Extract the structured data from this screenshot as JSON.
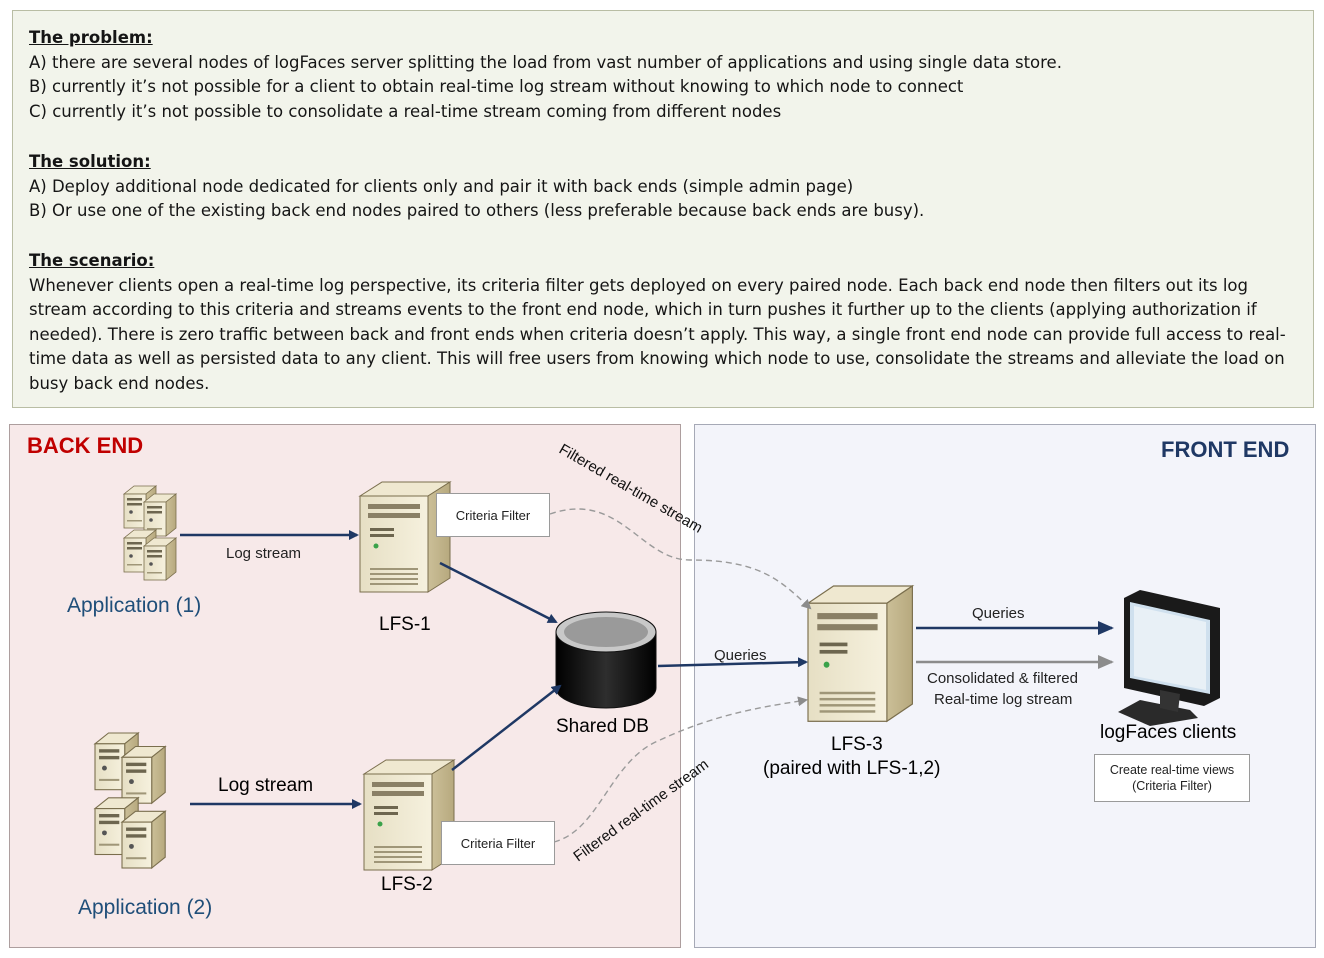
{
  "problem": {
    "heading": "The problem:",
    "lines": [
      "A) there are several nodes of logFaces server splitting the load from vast number of applications and using single data store.",
      "B) currently it’s not possible for a client to obtain real-time log stream without knowing to which node to connect",
      "C) currently it’s not possible to consolidate a real-time stream coming from different nodes"
    ]
  },
  "solution": {
    "heading": "The solution:",
    "lines": [
      "A) Deploy additional node dedicated for clients only and pair it with back ends (simple admin page)",
      "B) Or use one of the existing back end nodes paired to others (less preferable because back ends are busy)."
    ]
  },
  "scenario": {
    "heading": "The scenario:",
    "text": "Whenever clients open a real-time log perspective, its criteria filter gets deployed on every paired node. Each back end node then filters out its log stream according to this criteria and streams events to the front end node, which in turn pushes it further up to the clients (applying authorization if needed). There is zero traffic between back and front ends when criteria doesn’t apply. This way, a single front end node can provide full access to real-time data as well as persisted data to any client. This will free users from knowing which node to use, consolidate the streams and alleviate the load on busy back end nodes."
  },
  "diagram": {
    "backend_title": "BACK END",
    "frontend_title": "FRONT END",
    "app1_label": "Application (1)",
    "app2_label": "Application (2)",
    "lfs1_label": "LFS-1",
    "lfs2_label": "LFS-2",
    "lfs3_label": "LFS-3",
    "lfs3_sublabel": "(paired with LFS-1,2)",
    "db_label": "Shared DB",
    "clients_label": "logFaces clients",
    "log_stream_1": "Log stream",
    "log_stream_2": "Log stream",
    "criteria_filter_1": "Criteria Filter",
    "criteria_filter_2": "Criteria Filter",
    "filtered_stream_top": "Filtered real-time stream",
    "filtered_stream_bottom": "Filtered real-time stream",
    "queries_db": "Queries",
    "queries_clients": "Queries",
    "consolidated_line1": "Consolidated & filtered",
    "consolidated_line2": "Real-time log stream",
    "client_views_line1": "Create real-time views",
    "client_views_line2": "(Criteria Filter)"
  },
  "colors": {
    "backend_title": "#c00000",
    "frontend_title": "#1f3864",
    "app_label": "#1f4e79",
    "arrow_dark": "#1f3864",
    "arrow_gray": "#8c8c8c"
  }
}
